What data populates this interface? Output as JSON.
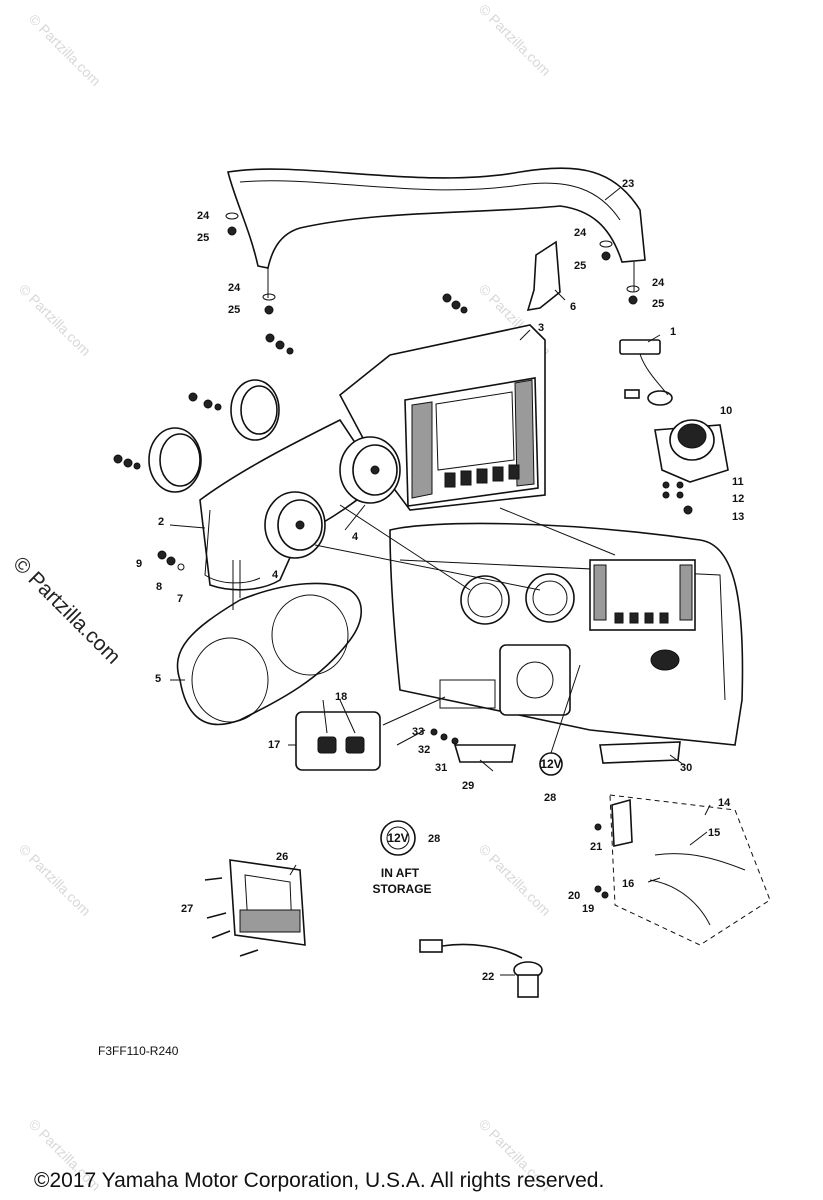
{
  "watermark": {
    "text": "© Partzilla.com",
    "side_text": "© Partzilla.com"
  },
  "diagram_code": "F3FF110-R240",
  "copyright": "©2017 Yamaha Motor Corporation, U.S.A. All rights reserved.",
  "storage_note": {
    "line1": "IN AFT",
    "line2": "STORAGE"
  },
  "socket_label": "12V",
  "callouts": {
    "c1": "1",
    "c2": "2",
    "c3": "3",
    "c4a": "4",
    "c4b": "4",
    "c5": "5",
    "c6": "6",
    "c7": "7",
    "c8": "8",
    "c9": "9",
    "c10": "10",
    "c11": "11",
    "c12": "12",
    "c13": "13",
    "c14": "14",
    "c15": "15",
    "c16": "16",
    "c17": "17",
    "c18": "18",
    "c19": "19",
    "c20": "20",
    "c21": "21",
    "c22": "22",
    "c23": "23",
    "c24a": "24",
    "c24b": "24",
    "c24c": "24",
    "c24d": "24",
    "c25a": "25",
    "c25b": "25",
    "c25c": "25",
    "c25d": "25",
    "c26": "26",
    "c27": "27",
    "c28a": "28",
    "c28b": "28",
    "c29": "29",
    "c30": "30",
    "c31": "31",
    "c32": "32",
    "c33": "33"
  }
}
